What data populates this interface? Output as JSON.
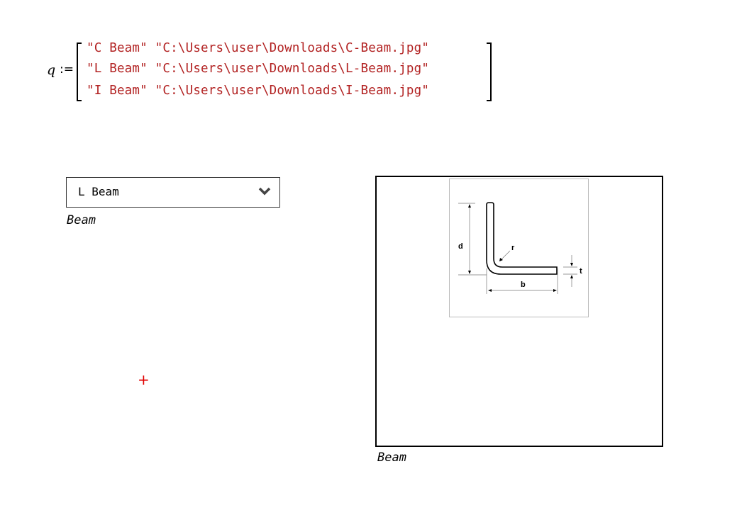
{
  "definition": {
    "variable": "q",
    "operator": ":=",
    "rows": [
      [
        "\"C Beam\"",
        "\"C:\\Users\\user\\Downloads\\C-Beam.jpg\""
      ],
      [
        "\"L Beam\"",
        "\"C:\\Users\\user\\Downloads\\L-Beam.jpg\""
      ],
      [
        "\"I Beam\"",
        "\"C:\\Users\\user\\Downloads\\I-Beam.jpg\""
      ]
    ]
  },
  "dropdown": {
    "selected": "L Beam",
    "label": "Beam",
    "icon": "chevron-down-icon"
  },
  "picture": {
    "label": "Beam",
    "diagram_labels": {
      "d": "d",
      "r": "r",
      "t": "t",
      "b": "b"
    }
  },
  "cursor": {
    "symbol": "+",
    "color": "#e00000"
  }
}
